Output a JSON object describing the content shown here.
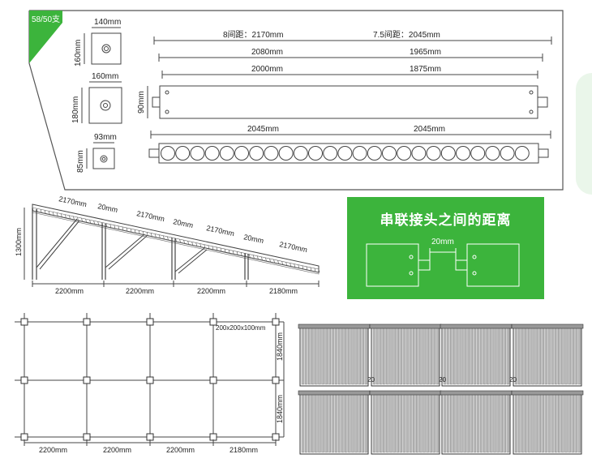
{
  "corner_tag": "58/50支",
  "top": {
    "box1": {
      "w": "140mm",
      "h": "160mm"
    },
    "box2": {
      "w": "160mm",
      "h": "180mm"
    },
    "box3": {
      "w": "93mm",
      "h": "85mm"
    },
    "side_h": "90mm",
    "dim1a": "8间距：2170mm",
    "dim1b": "7.5间距：2045mm",
    "dim2a": "2080mm",
    "dim2b": "1965mm",
    "dim3a": "2000mm",
    "dim3b": "1875mm",
    "dim4a": "2045mm",
    "dim4b": "2045mm"
  },
  "frame": {
    "height": "1300mm",
    "top_labels": [
      "2170mm",
      "20mm",
      "2170mm",
      "20mm",
      "2170mm",
      "20mm",
      "2170mm"
    ],
    "bottom_labels": [
      "2200mm",
      "2200mm",
      "2200mm",
      "2180mm"
    ]
  },
  "green_box": {
    "title": "串联接头之间的距离",
    "gap": "20mm"
  },
  "grid": {
    "post": "200x200x100mm",
    "row_labels": [
      "1840mm",
      "1840mm"
    ],
    "col_labels": [
      "2200mm",
      "2200mm",
      "2200mm",
      "2180mm"
    ]
  },
  "array": {
    "gap_labels": [
      "20",
      "20",
      "20"
    ]
  }
}
